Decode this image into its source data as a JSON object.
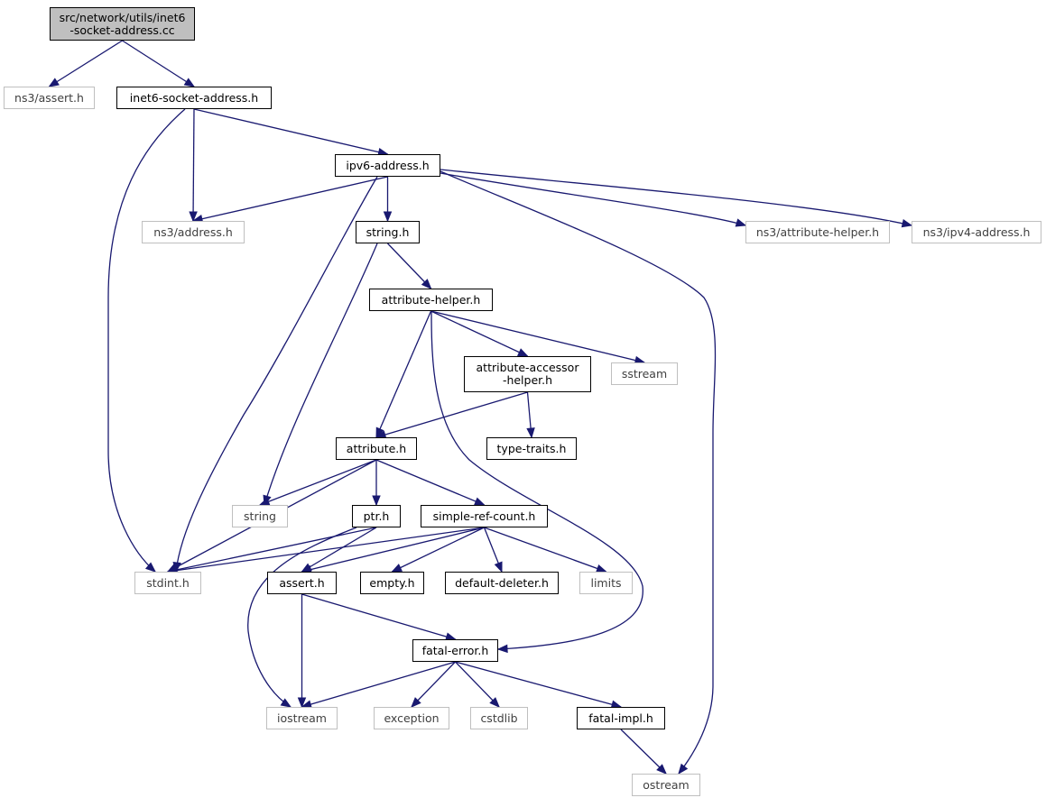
{
  "graph": {
    "root_color": "#bfbfbf",
    "edge_color": "#191970",
    "documented_border": "#000000",
    "external_border": "#bfbfbf",
    "nodes": [
      {
        "id": "root",
        "label": "src/network/utils/inet6\n-socket-address.cc",
        "kind": "root"
      },
      {
        "id": "ns3_assert",
        "label": "ns3/assert.h",
        "kind": "external"
      },
      {
        "id": "inet6_sock",
        "label": "inet6-socket-address.h",
        "kind": "documented"
      },
      {
        "id": "ipv6_addr",
        "label": "ipv6-address.h",
        "kind": "documented"
      },
      {
        "id": "ns3_address",
        "label": "ns3/address.h",
        "kind": "external"
      },
      {
        "id": "string_h",
        "label": "string.h",
        "kind": "documented"
      },
      {
        "id": "ns3_attr_helper",
        "label": "ns3/attribute-helper.h",
        "kind": "external"
      },
      {
        "id": "ns3_ipv4",
        "label": "ns3/ipv4-address.h",
        "kind": "external"
      },
      {
        "id": "attr_helper",
        "label": "attribute-helper.h",
        "kind": "documented"
      },
      {
        "id": "attr_acc",
        "label": "attribute-accessor\n-helper.h",
        "kind": "documented"
      },
      {
        "id": "sstream",
        "label": "sstream",
        "kind": "external"
      },
      {
        "id": "attribute_h",
        "label": "attribute.h",
        "kind": "documented"
      },
      {
        "id": "type_traits",
        "label": "type-traits.h",
        "kind": "documented"
      },
      {
        "id": "string",
        "label": "string",
        "kind": "external"
      },
      {
        "id": "ptr_h",
        "label": "ptr.h",
        "kind": "documented"
      },
      {
        "id": "simple_ref",
        "label": "simple-ref-count.h",
        "kind": "documented"
      },
      {
        "id": "stdint",
        "label": "stdint.h",
        "kind": "external"
      },
      {
        "id": "assert_h",
        "label": "assert.h",
        "kind": "documented"
      },
      {
        "id": "empty_h",
        "label": "empty.h",
        "kind": "documented"
      },
      {
        "id": "default_del",
        "label": "default-deleter.h",
        "kind": "documented"
      },
      {
        "id": "limits",
        "label": "limits",
        "kind": "external"
      },
      {
        "id": "fatal_error",
        "label": "fatal-error.h",
        "kind": "documented"
      },
      {
        "id": "iostream",
        "label": "iostream",
        "kind": "external"
      },
      {
        "id": "exception",
        "label": "exception",
        "kind": "external"
      },
      {
        "id": "cstdlib",
        "label": "cstdlib",
        "kind": "external"
      },
      {
        "id": "fatal_impl",
        "label": "fatal-impl.h",
        "kind": "documented"
      },
      {
        "id": "ostream",
        "label": "ostream",
        "kind": "external"
      }
    ],
    "edges": [
      [
        "root",
        "ns3_assert"
      ],
      [
        "root",
        "inet6_sock"
      ],
      [
        "inet6_sock",
        "stdint"
      ],
      [
        "inet6_sock",
        "ns3_address"
      ],
      [
        "inet6_sock",
        "ipv6_addr"
      ],
      [
        "ipv6_addr",
        "ns3_address"
      ],
      [
        "ipv6_addr",
        "stdint"
      ],
      [
        "ipv6_addr",
        "string_h"
      ],
      [
        "ipv6_addr",
        "ns3_attr_helper"
      ],
      [
        "ipv6_addr",
        "ns3_ipv4"
      ],
      [
        "ipv6_addr",
        "ostream"
      ],
      [
        "string_h",
        "string"
      ],
      [
        "string_h",
        "attr_helper"
      ],
      [
        "attr_helper",
        "attr_acc"
      ],
      [
        "attr_helper",
        "sstream"
      ],
      [
        "attr_helper",
        "attribute_h"
      ],
      [
        "attr_helper",
        "fatal_error"
      ],
      [
        "attr_acc",
        "attribute_h"
      ],
      [
        "attr_acc",
        "type_traits"
      ],
      [
        "attribute_h",
        "string"
      ],
      [
        "attribute_h",
        "stdint"
      ],
      [
        "attribute_h",
        "ptr_h"
      ],
      [
        "attribute_h",
        "simple_ref"
      ],
      [
        "ptr_h",
        "stdint"
      ],
      [
        "ptr_h",
        "assert_h"
      ],
      [
        "ptr_h",
        "iostream"
      ],
      [
        "simple_ref",
        "stdint"
      ],
      [
        "simple_ref",
        "assert_h"
      ],
      [
        "simple_ref",
        "empty_h"
      ],
      [
        "simple_ref",
        "default_del"
      ],
      [
        "simple_ref",
        "limits"
      ],
      [
        "assert_h",
        "iostream"
      ],
      [
        "assert_h",
        "fatal_error"
      ],
      [
        "fatal_error",
        "iostream"
      ],
      [
        "fatal_error",
        "exception"
      ],
      [
        "fatal_error",
        "cstdlib"
      ],
      [
        "fatal_error",
        "fatal_impl"
      ],
      [
        "fatal_impl",
        "ostream"
      ]
    ]
  }
}
